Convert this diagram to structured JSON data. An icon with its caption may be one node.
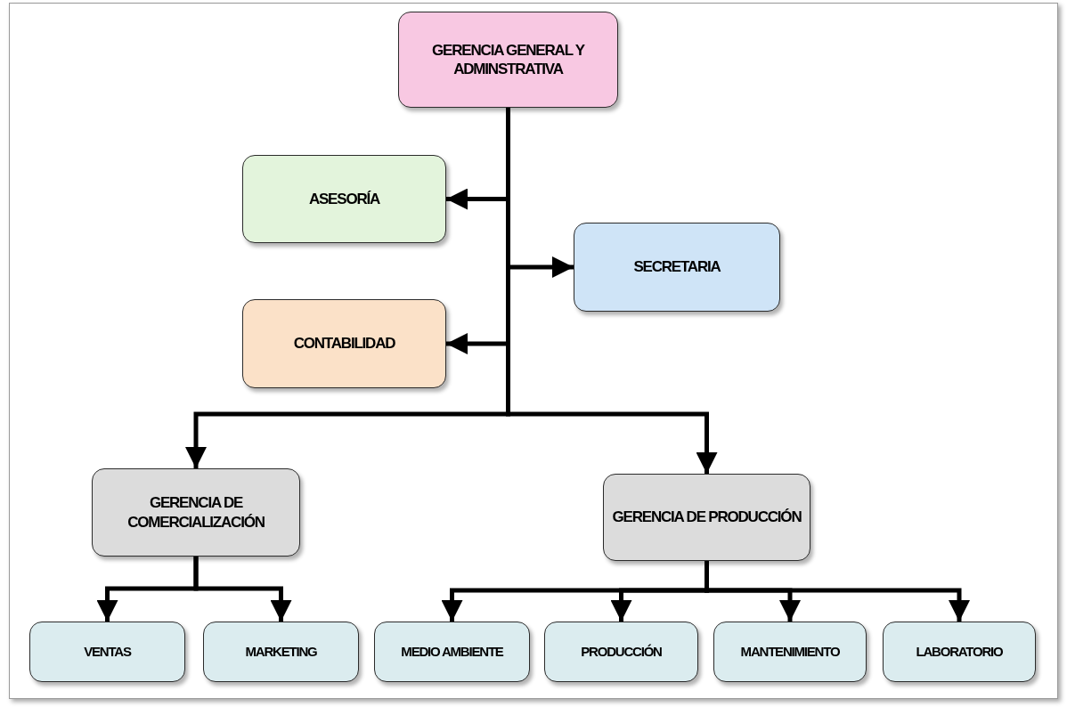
{
  "diagram": {
    "nodes": [
      {
        "text": [
          "GERENCIA GENERAL Y ADMINSTRATIVA"
        ]
      },
      {
        "text": [
          "ASESORÍA"
        ]
      },
      {
        "text": [
          "SECRETARIA"
        ]
      },
      {
        "text": [
          "CONTABILIDAD"
        ]
      },
      {
        "text": [
          "GERENCIA DE COMERCIALIZACIÓN"
        ]
      },
      {
        "text": [
          "GERENCIA DE PRODUCCIÓN"
        ]
      },
      {
        "text": [
          "VENTAS"
        ]
      },
      {
        "text": [
          "MARKETING"
        ]
      },
      {
        "text": [
          "MEDIO AMBIENTE"
        ]
      },
      {
        "text": [
          "PRODUCCIÓN"
        ]
      },
      {
        "text": [
          "MANTENIMIENTO"
        ]
      },
      {
        "text": [
          "LABORATORIO"
        ]
      }
    ],
    "edges": [
      {
        "from": 0,
        "to": 1,
        "arrow": "to"
      },
      {
        "from": 0,
        "to": 2,
        "arrow": "to"
      },
      {
        "from": 0,
        "to": 3,
        "arrow": "to"
      },
      {
        "from": 0,
        "to": 4,
        "arrow": "to"
      },
      {
        "from": 0,
        "to": 5,
        "arrow": "to"
      },
      {
        "from": 4,
        "to": 6,
        "arrow": "to"
      },
      {
        "from": 4,
        "to": 7,
        "arrow": "to"
      },
      {
        "from": 5,
        "to": 8,
        "arrow": "to"
      },
      {
        "from": 5,
        "to": 9,
        "arrow": "to"
      },
      {
        "from": 5,
        "to": 10,
        "arrow": "to"
      },
      {
        "from": 5,
        "to": 11,
        "arrow": "to"
      }
    ]
  }
}
